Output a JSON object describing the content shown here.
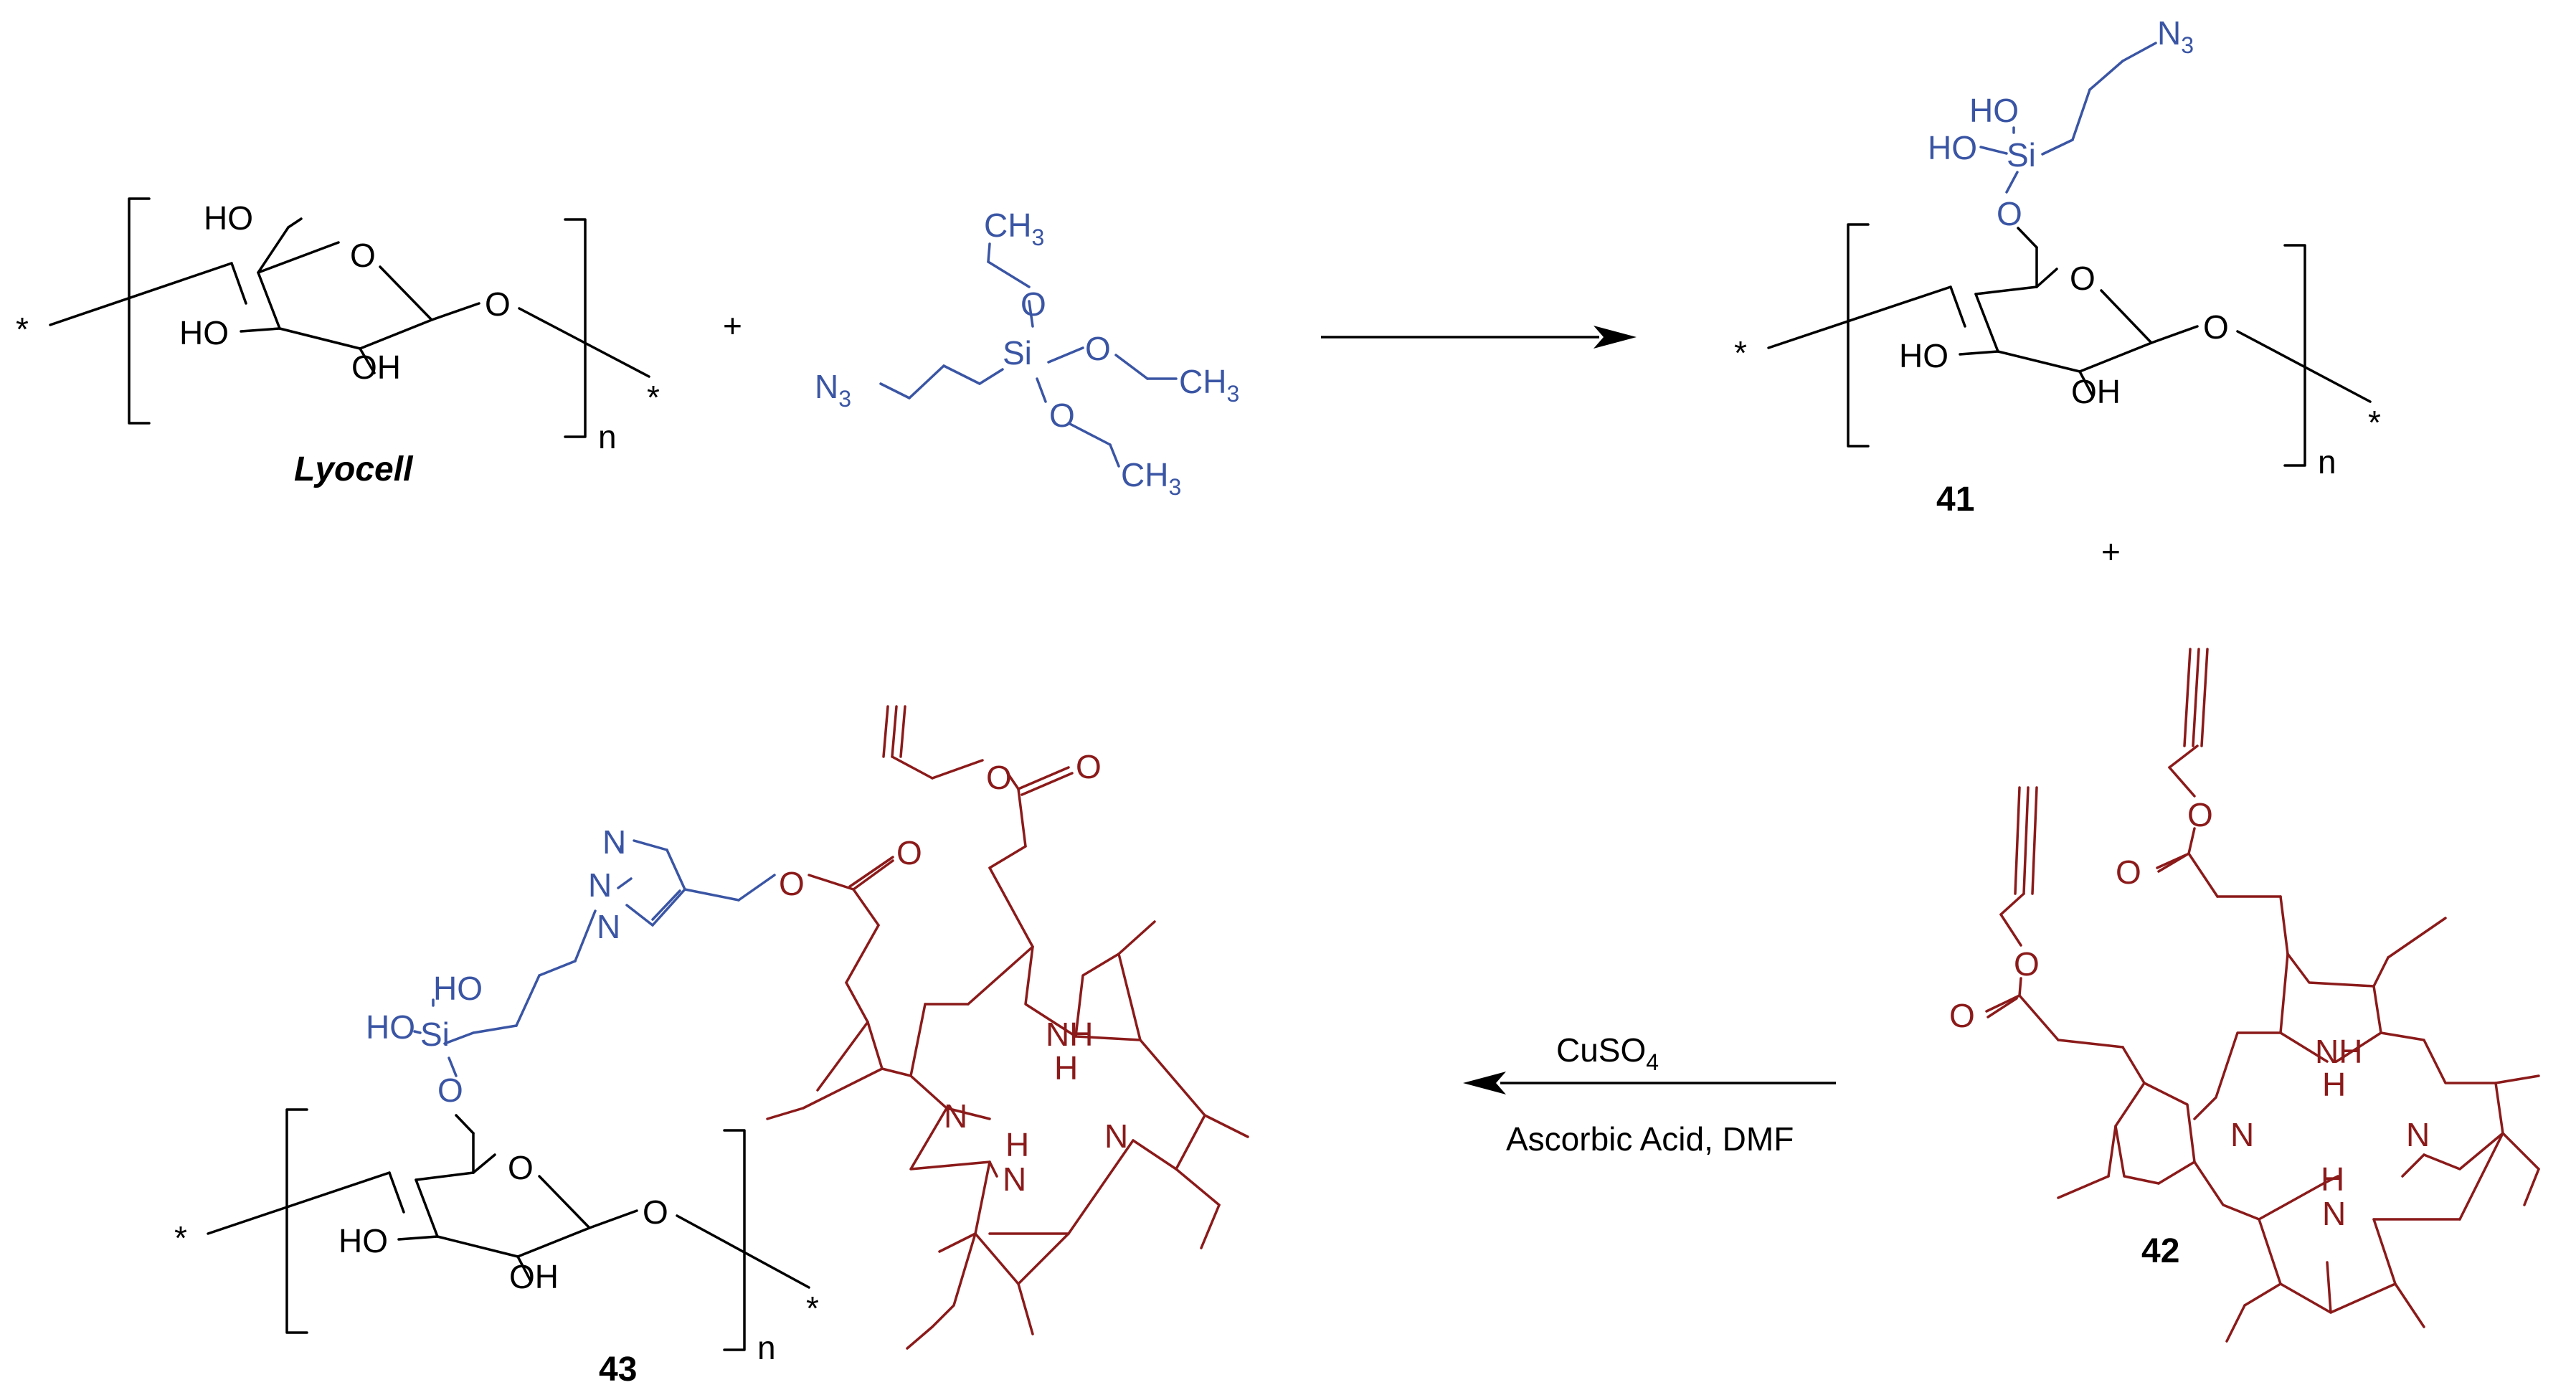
{
  "colors": {
    "black": "#000000",
    "silane_blue": "#3a55a4",
    "porphyrin_red": "#8b1a1a"
  },
  "reactant_lyocell": {
    "name": "Lyocell",
    "atoms": {
      "ho_ch2": "HO",
      "ring_o": "O",
      "ho_c3": "HO",
      "oh_c2": "OH",
      "glyc_o": "O"
    },
    "repeat": "n",
    "star_left": "*",
    "star_right": "*"
  },
  "plus_1": "+",
  "silane": {
    "n3": "N",
    "n3_sub": "3",
    "si": "Si",
    "o_top": "O",
    "o_right": "O",
    "o_bottom": "O",
    "ch3_top": "CH",
    "ch3_top_sub": "3",
    "ch3_right": "CH",
    "ch3_right_sub": "3",
    "ch3_bottom": "CH",
    "ch3_bottom_sub": "3"
  },
  "product_41": {
    "label": "41",
    "n3": "N",
    "n3_sub": "3",
    "ho_1": "HO",
    "ho_2": "HO",
    "si": "Si",
    "o_link": "O",
    "ring_o": "O",
    "ho_c3": "HO",
    "oh_c2": "OH",
    "glyc_o": "O",
    "repeat": "n",
    "star_left": "*",
    "star_right": "*"
  },
  "plus_2": "+",
  "reagent_42": {
    "label": "42",
    "o_carbonyl_1": "O",
    "o_ester_1": "O",
    "o_carbonyl_2": "O",
    "o_ester_2": "O",
    "n_1": "N",
    "n_2": "N",
    "nh_1": "NH",
    "nh_2": "H",
    "nh_2b": "N"
  },
  "conditions": {
    "line1_main": "CuSO",
    "line1_sub": "4",
    "line2": "Ascorbic Acid, DMF"
  },
  "product_43": {
    "label": "43",
    "triazole_n1": "N",
    "triazole_n2": "N",
    "triazole_n3": "N",
    "o_ester": "O",
    "o_carbonyl": "O",
    "ho_1": "HO",
    "ho_2": "HO",
    "si": "Si",
    "o_link": "O",
    "ring_o": "O",
    "ho_c3": "HO",
    "oh_c2": "OH",
    "glyc_o": "O",
    "repeat": "n",
    "star_left": "*",
    "star_right": "*",
    "o_ester_2": "O",
    "o_carbonyl_2": "O",
    "n_1": "N",
    "n_2": "N",
    "nh_1": "NH",
    "nh_2": "H",
    "nh_2b": "N"
  }
}
